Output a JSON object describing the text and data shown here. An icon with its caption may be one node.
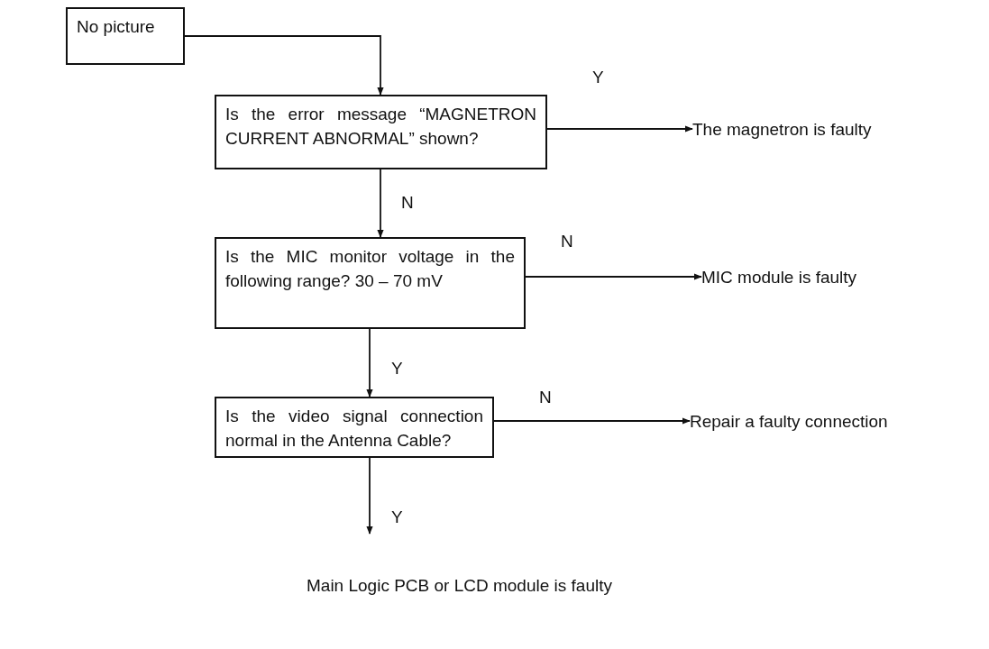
{
  "diagram": {
    "nodes": [
      {
        "text": [
          "No picture"
        ]
      },
      {
        "text": [
          "Is the error message “MAGNETRON CURRENT ABNORMAL” shown?"
        ]
      },
      {
        "text": [
          "The magnetron is faulty"
        ]
      },
      {
        "text": [
          "Is the MIC monitor voltage in the following range? 30 – 70 mV"
        ]
      },
      {
        "text": [
          "MIC module is faulty"
        ]
      },
      {
        "text": [
          "Is the video signal connection normal in the Antenna Cable?"
        ]
      },
      {
        "text": [
          "Repair a faulty connection"
        ]
      },
      {
        "text": [
          "Main Logic PCB or LCD module is faulty"
        ]
      }
    ],
    "edges": [
      {
        "from": 0,
        "to": 1,
        "arrow": "to"
      },
      {
        "from": 1,
        "to": 2,
        "arrow": "to",
        "label": "Y"
      },
      {
        "from": 1,
        "to": 3,
        "arrow": "to",
        "label": "N"
      },
      {
        "from": 3,
        "to": 4,
        "arrow": "to",
        "label": "N"
      },
      {
        "from": 3,
        "to": 5,
        "arrow": "to",
        "label": "Y"
      },
      {
        "from": 5,
        "to": 6,
        "arrow": "to",
        "label": "N"
      },
      {
        "from": 5,
        "to": 7,
        "arrow": "to",
        "label": "Y"
      }
    ]
  }
}
